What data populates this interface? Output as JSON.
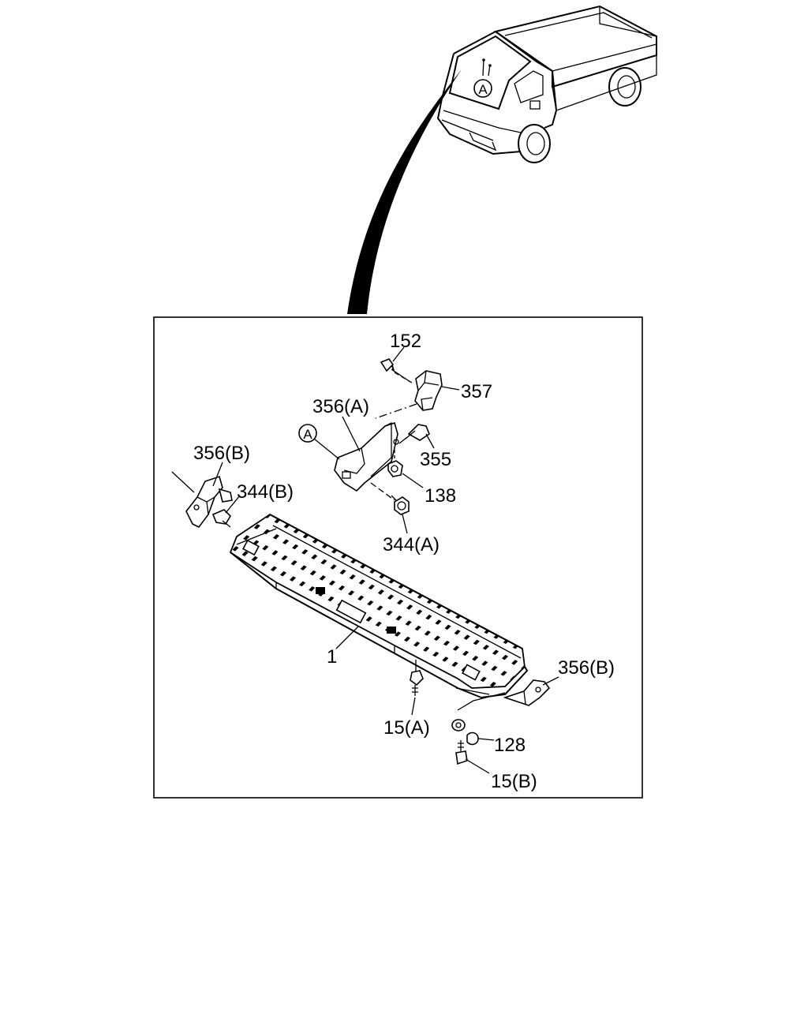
{
  "view_marker": "A",
  "callouts": {
    "c152": "152",
    "c357": "357",
    "c356a": "356(A)",
    "cA": "A",
    "c355": "355",
    "c138": "138",
    "c356b_left": "356(B)",
    "c344b": "344(B)",
    "c344a": "344(A)",
    "c1": "1",
    "c356b_right": "356(B)",
    "c15a": "15(A)",
    "c128": "128",
    "c15b": "15(B)"
  }
}
